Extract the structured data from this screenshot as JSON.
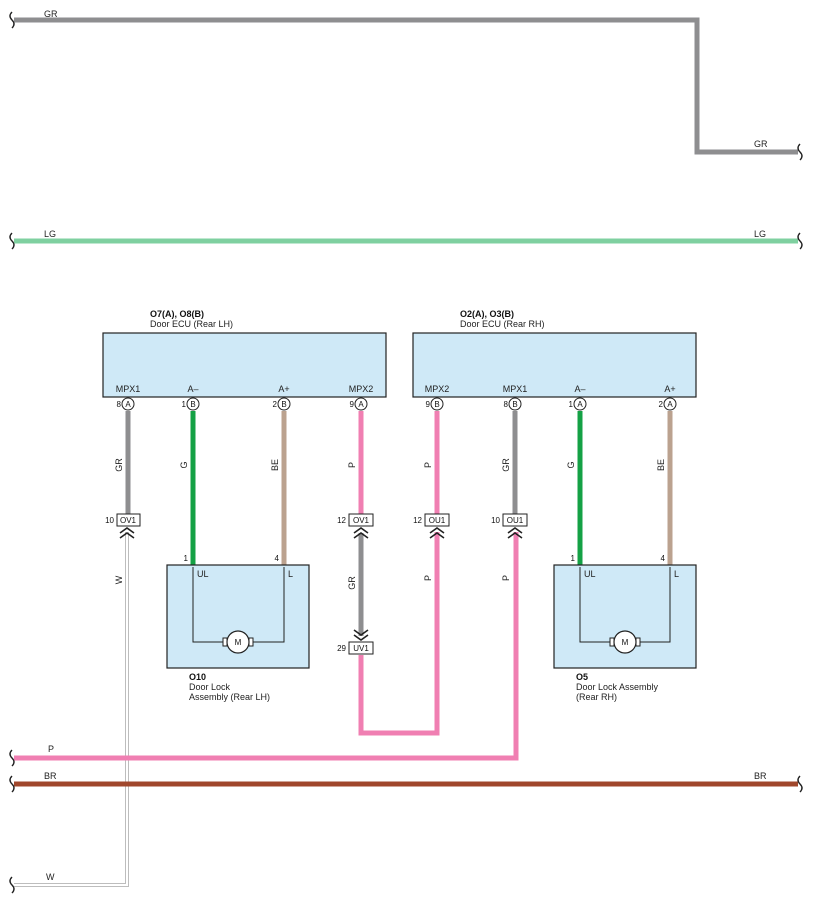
{
  "colors": {
    "GR": "#8e8e90",
    "LG": "#7fd0a0",
    "P": "#f07fb2",
    "BR": "#a0472c",
    "W": "#d6d6d6",
    "G": "#14a145",
    "BE": "#bba28f",
    "box": "#cfe9f7"
  },
  "top_wires": {
    "gr_left": "GR",
    "gr_right": "GR",
    "lg_left": "LG",
    "lg_right": "LG"
  },
  "ecu_lh": {
    "ref": "O7(A), O8(B)",
    "name": "Door ECU (Rear LH)",
    "terms": [
      {
        "name": "MPX1",
        "pin": "8",
        "conn": "A",
        "wire": "GR"
      },
      {
        "name": "A–",
        "pin": "1",
        "conn": "B",
        "wire": "G"
      },
      {
        "name": "A+",
        "pin": "2",
        "conn": "B",
        "wire": "BE"
      },
      {
        "name": "MPX2",
        "pin": "9",
        "conn": "A",
        "wire": "P"
      }
    ]
  },
  "ecu_rh": {
    "ref": "O2(A), O3(B)",
    "name": "Door ECU (Rear RH)",
    "terms": [
      {
        "name": "MPX2",
        "pin": "9",
        "conn": "B",
        "wire": "P"
      },
      {
        "name": "MPX1",
        "pin": "8",
        "conn": "B",
        "wire": "GR"
      },
      {
        "name": "A–",
        "pin": "1",
        "conn": "A",
        "wire": "G"
      },
      {
        "name": "A+",
        "pin": "2",
        "conn": "A",
        "wire": "BE"
      }
    ]
  },
  "connectors": [
    {
      "pin": "10",
      "name": "OV1",
      "wire_below": "W"
    },
    {
      "pin": "12",
      "name": "OV1",
      "wire_below": "GR"
    },
    {
      "pin": "12",
      "name": "OU1",
      "wire_below": "P"
    },
    {
      "pin": "10",
      "name": "OU1",
      "wire_below": "P"
    },
    {
      "pin": "29",
      "name": "UV1"
    }
  ],
  "lock_lh": {
    "ref": "O10",
    "name_line1": "Door Lock",
    "name_line2": "Assembly (Rear LH)",
    "pin_ul": "1",
    "pin_l": "4",
    "term_ul": "UL",
    "term_l": "L",
    "motor": "M"
  },
  "lock_rh": {
    "ref": "O5",
    "name_line1": "Door Lock Assembly",
    "name_line2": "(Rear RH)",
    "pin_ul": "1",
    "pin_l": "4",
    "term_ul": "UL",
    "term_l": "L",
    "motor": "M"
  },
  "bottom_wires": {
    "p_left": "P",
    "br_left": "BR",
    "br_right": "BR",
    "w_left": "W"
  }
}
